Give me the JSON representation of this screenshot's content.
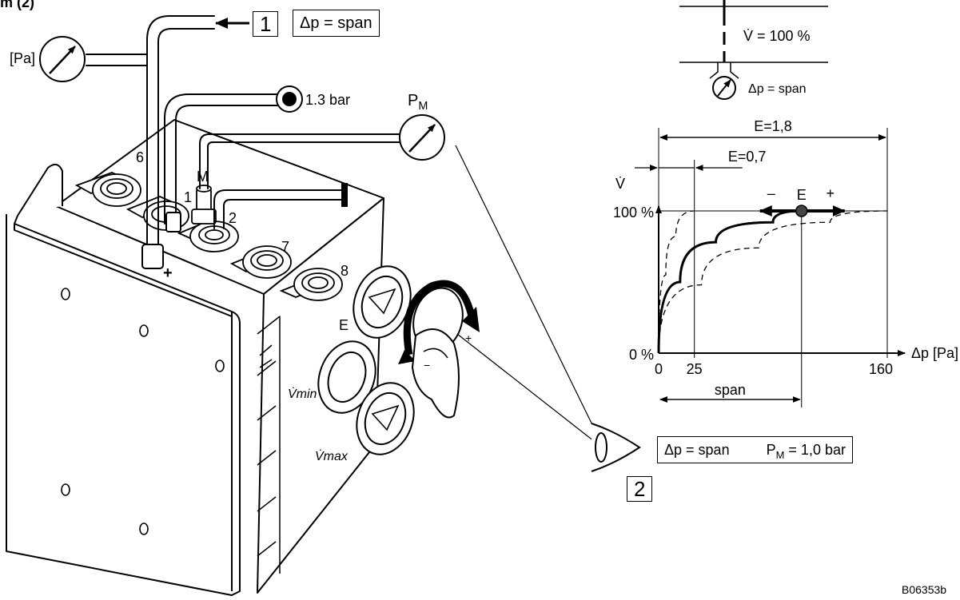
{
  "header": {
    "title_fragment": "m (2)"
  },
  "callouts": {
    "step1": "1",
    "step1_text": "Δp = span",
    "step2": "2",
    "pressure_unit": "[Pa]",
    "supply": "1.3 bar",
    "pm_main": "P",
    "pm_sub": "M",
    "result_left": "Δp = span",
    "result_pm_main": "P",
    "result_pm_sub": "M",
    "result_right": "= 1,0 bar"
  },
  "device": {
    "port_6": "6",
    "port_1": "1",
    "port_M": "M",
    "port_2": "2",
    "port_7": "7",
    "port_8": "8",
    "plus": "+",
    "pot_E": "E",
    "vmin": "V̇min",
    "vmax": "V̇max",
    "dial_minus": "−",
    "dial_plus": "+"
  },
  "duct_detail": {
    "flow_label": "V̇ = 100 %",
    "dp_label": "Δp = span"
  },
  "chart_data": {
    "type": "line",
    "title": "",
    "xlabel": "Δp [Pa]",
    "ylabel": "V̇",
    "x_ticks": [
      "0",
      "25",
      "160"
    ],
    "y_ticks": [
      "0 %",
      "100 %"
    ],
    "xlim": [
      0,
      160
    ],
    "ylim": [
      0,
      100
    ],
    "series": [
      {
        "style": "solid-bold",
        "points": [
          [
            0,
            0
          ],
          [
            15,
            50
          ],
          [
            40,
            78
          ],
          [
            80,
            92
          ],
          [
            100,
            100
          ]
        ]
      },
      {
        "style": "dashed",
        "points": [
          [
            0,
            0
          ],
          [
            5,
            55
          ],
          [
            12,
            82
          ],
          [
            25,
            100
          ]
        ]
      },
      {
        "style": "dashed",
        "points": [
          [
            0,
            0
          ],
          [
            30,
            48
          ],
          [
            70,
            74
          ],
          [
            120,
            92
          ],
          [
            160,
            100
          ]
        ]
      }
    ],
    "annotations": {
      "E_point": "E",
      "E_minus": "–",
      "E_plus": "+",
      "E_high": "E=1,8",
      "E_low": "E=0,7",
      "span": "span"
    }
  },
  "figure_code": "B06353b"
}
